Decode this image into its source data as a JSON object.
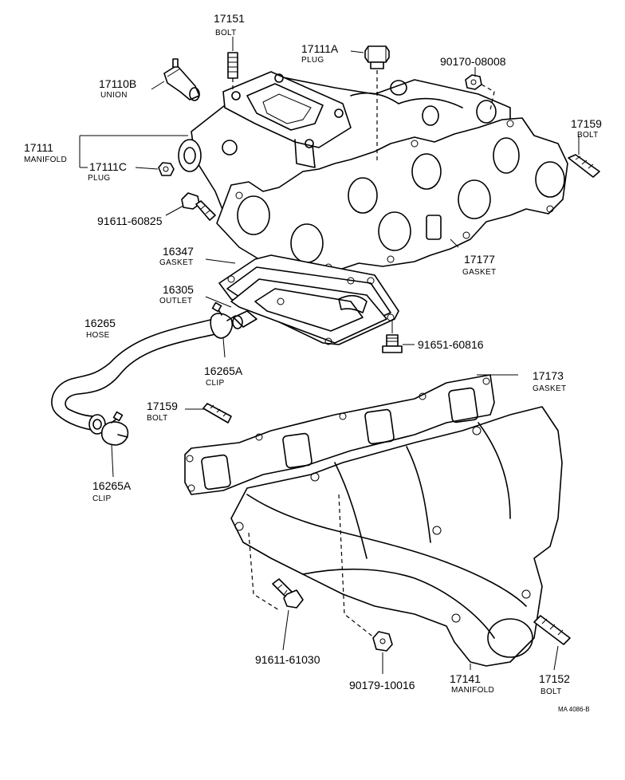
{
  "labels": {
    "p17151": {
      "number": "17151",
      "name": "BOLT"
    },
    "p17111A": {
      "number": "17111A",
      "name": "PLUG"
    },
    "p90170": {
      "number": "90170-08008"
    },
    "p17110B": {
      "number": "17110B",
      "name": "UNION"
    },
    "p17159a": {
      "number": "17159",
      "name": "BOLT"
    },
    "p17111": {
      "number": "17111",
      "name": "MANIFOLD"
    },
    "p17111C": {
      "number": "17111C",
      "name": "PLUG"
    },
    "p91611a": {
      "number": "91611-60825"
    },
    "p16347": {
      "number": "16347",
      "name": "GASKET"
    },
    "p17177": {
      "number": "17177",
      "name": "GASKET"
    },
    "p16305": {
      "number": "16305",
      "name": "OUTLET"
    },
    "p16265": {
      "number": "16265",
      "name": "HOSE"
    },
    "p91651": {
      "number": "91651-60816"
    },
    "p16265Aa": {
      "number": "16265A",
      "name": "CLIP"
    },
    "p17173": {
      "number": "17173",
      "name": "GASKET"
    },
    "p17159b": {
      "number": "17159",
      "name": "BOLT"
    },
    "p16265Ab": {
      "number": "16265A",
      "name": "CLIP"
    },
    "p91611b": {
      "number": "91611-61030"
    },
    "p90179": {
      "number": "90179-10016"
    },
    "p17141": {
      "number": "17141",
      "name": "MANIFOLD"
    },
    "p17152": {
      "number": "17152",
      "name": "BOLT"
    }
  },
  "ref_code": "MA 4086-B"
}
